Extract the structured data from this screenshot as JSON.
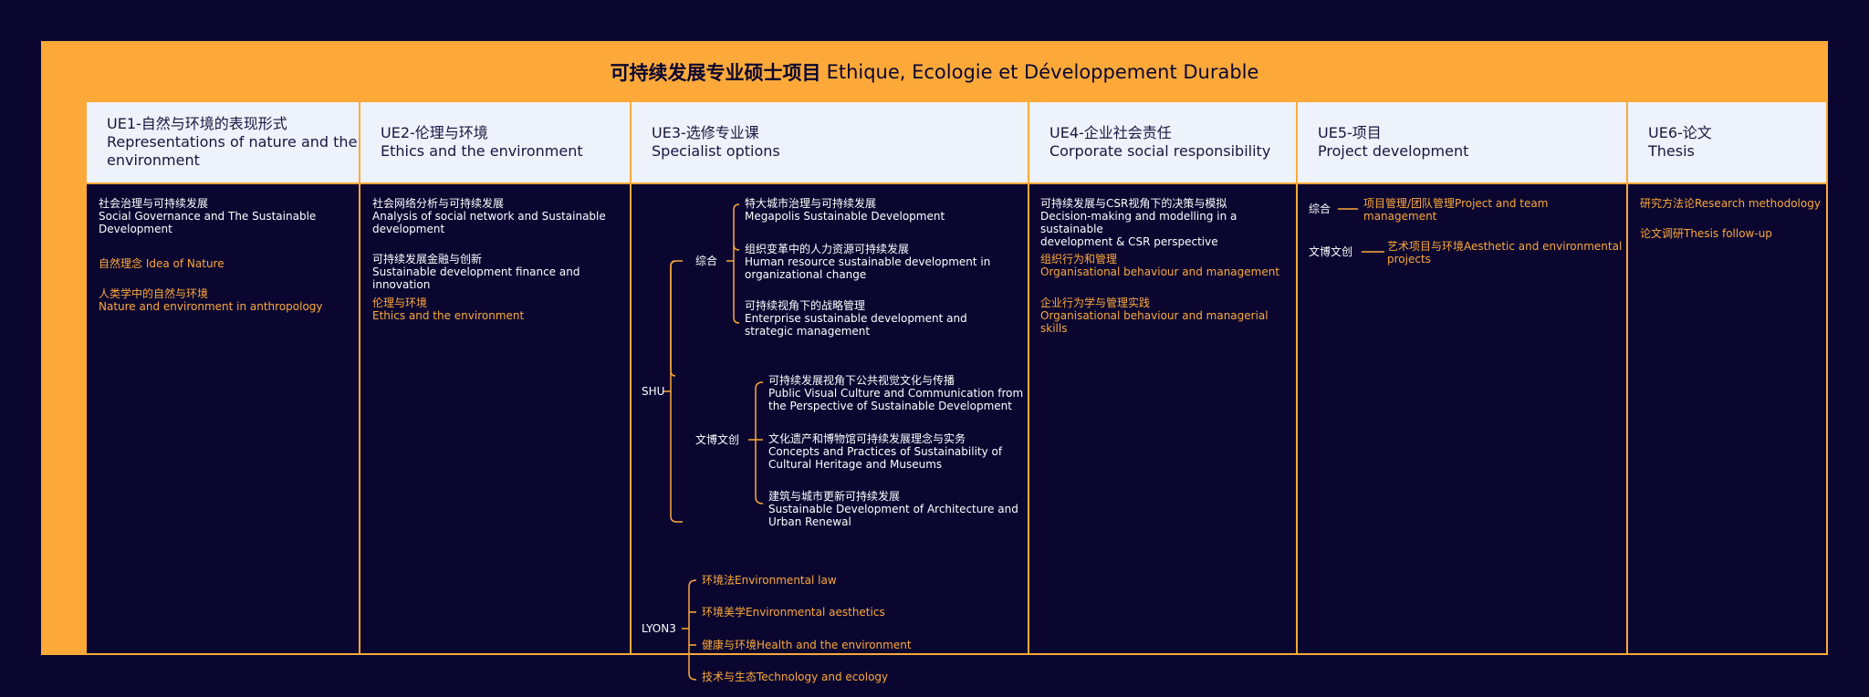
{
  "title": {
    "cn": "可持续发展专业硕士项目",
    "fr": "Ethique, Ecologie et Développement Durable"
  },
  "headers": [
    {
      "code": "UE1-自然与环境的表现形式",
      "en": "Representations of nature and the environment"
    },
    {
      "code": "UE2-伦理与环境",
      "en": "Ethics and the environment"
    },
    {
      "code": "UE3-选修专业课",
      "en": "Specialist options"
    },
    {
      "code": "UE4-企业社会责任",
      "en": "Corporate social responsibility"
    },
    {
      "code": "UE5-项目",
      "en": "Project development"
    },
    {
      "code": "UE6-论文",
      "en": "Thesis"
    }
  ],
  "ue1": [
    {
      "cn": "社会治理与可持续发展",
      "en1": "Social Governance and The Sustainable",
      "en2": "Development",
      "color": "#ffffff"
    },
    {
      "cn": "自然理念 Idea of Nature",
      "color": "#fca93a"
    },
    {
      "cn": "人类学中的自然与环境",
      "en1": "Nature and environment in anthropology",
      "color": "#fca93a"
    }
  ],
  "ue2": [
    {
      "cn": "社会网络分析与可持续发展",
      "en1": "Analysis of social network and Sustainable",
      "en2": "development",
      "color": "#ffffff"
    },
    {
      "cn": "可持续发展金融与创新",
      "en1": "Sustainable development finance and innovation",
      "color": "#ffffff"
    },
    {
      "cn": "伦理与环境",
      "en1": "Ethics and the environment",
      "color": "#fca93a"
    }
  ],
  "ue3": {
    "shu": "SHU",
    "zonghe": "综合",
    "wenbo": "文博文创",
    "lyon": "LYON3",
    "zonghe_items": [
      {
        "cn": "特大城市治理与可持续发展",
        "en1": "Megapolis Sustainable Development"
      },
      {
        "cn": "组织变革中的人力资源可持续发展",
        "en1": "Human resource sustainable development in",
        "en2": "organizational change"
      },
      {
        "cn": "可持续视角下的战略管理",
        "en1": "Enterprise sustainable development and",
        "en2": "strategic management"
      }
    ],
    "wenbo_items": [
      {
        "cn": "可持续发展视角下公共视觉文化与传播",
        "en1": "Public Visual Culture and Communication from",
        "en2": "the Perspective of Sustainable Development"
      },
      {
        "cn": "文化遗产和博物馆可持续发展理念与实务",
        "en1": "Concepts and Practices of Sustainability of",
        "en2": "Cultural Heritage and Museums"
      },
      {
        "cn": "建筑与城市更新可持续发展",
        "en1": "Sustainable Development of Architecture and",
        "en2": "Urban Renewal"
      }
    ],
    "lyon_items": [
      "环境法Environmental law",
      "环境美学Environmental aesthetics",
      "健康与环境Health and the environment",
      "技术与生态Technology and ecology"
    ]
  },
  "ue4": [
    {
      "cn": "可持续发展与CSR视角下的决策与模拟",
      "en1": "Decision-making and modelling in a sustainable",
      "en2": "development & CSR perspective",
      "color": "#ffffff"
    },
    {
      "cn": "组织行为和管理",
      "en1": "Organisational behaviour and management",
      "color": "#fca93a"
    },
    {
      "cn": "企业行为学与管理实践",
      "en1": "Organisational behaviour and managerial skills",
      "color": "#fca93a"
    }
  ],
  "ue5": {
    "zonghe": "综合",
    "wenbo": "文博文创",
    "item1_l1": "项目管理/团队管理Project and team",
    "item1_l2": "management",
    "item2_l1": "艺术项目与环境Aesthetic and environmental",
    "item2_l2": "projects"
  },
  "ue6": [
    "研究方法论Research methodology",
    "论文调研Thesis follow-up"
  ]
}
